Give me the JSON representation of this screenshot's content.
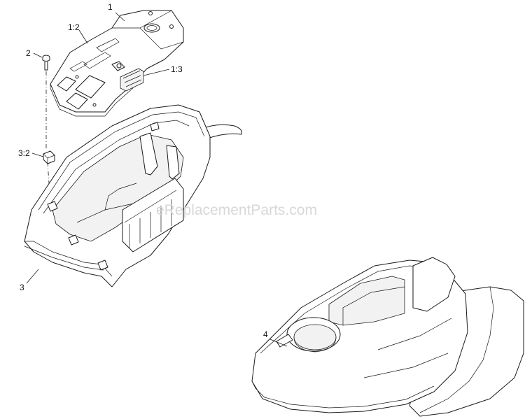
{
  "callouts": [
    {
      "id": "1",
      "label": "1"
    },
    {
      "id": "1-2",
      "label": "1:2"
    },
    {
      "id": "1-3",
      "label": "1:3"
    },
    {
      "id": "2",
      "label": "2"
    },
    {
      "id": "3-2",
      "label": "3:2"
    },
    {
      "id": "3",
      "label": "3"
    },
    {
      "id": "4",
      "label": "4"
    }
  ],
  "watermark": "eReplacementParts.com"
}
